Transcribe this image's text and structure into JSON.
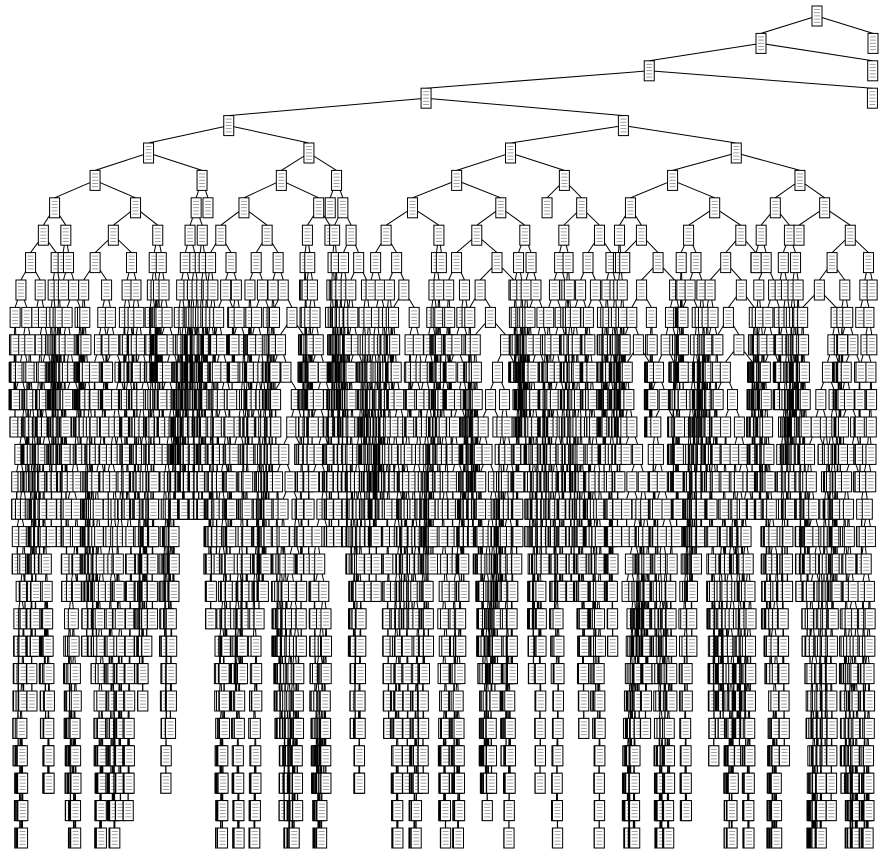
{
  "diagram": {
    "type": "decision-tree",
    "max_depth": 31,
    "seed": 11,
    "full_depth": 3,
    "branch_probability_mid": 0.86,
    "branch_probability_deep": 0.5,
    "mid_depth_limit": 13,
    "node_text_lines": 5,
    "node_border_color": "#000000",
    "node_fill_color": "#ffffff",
    "edge_color": "#000000"
  }
}
